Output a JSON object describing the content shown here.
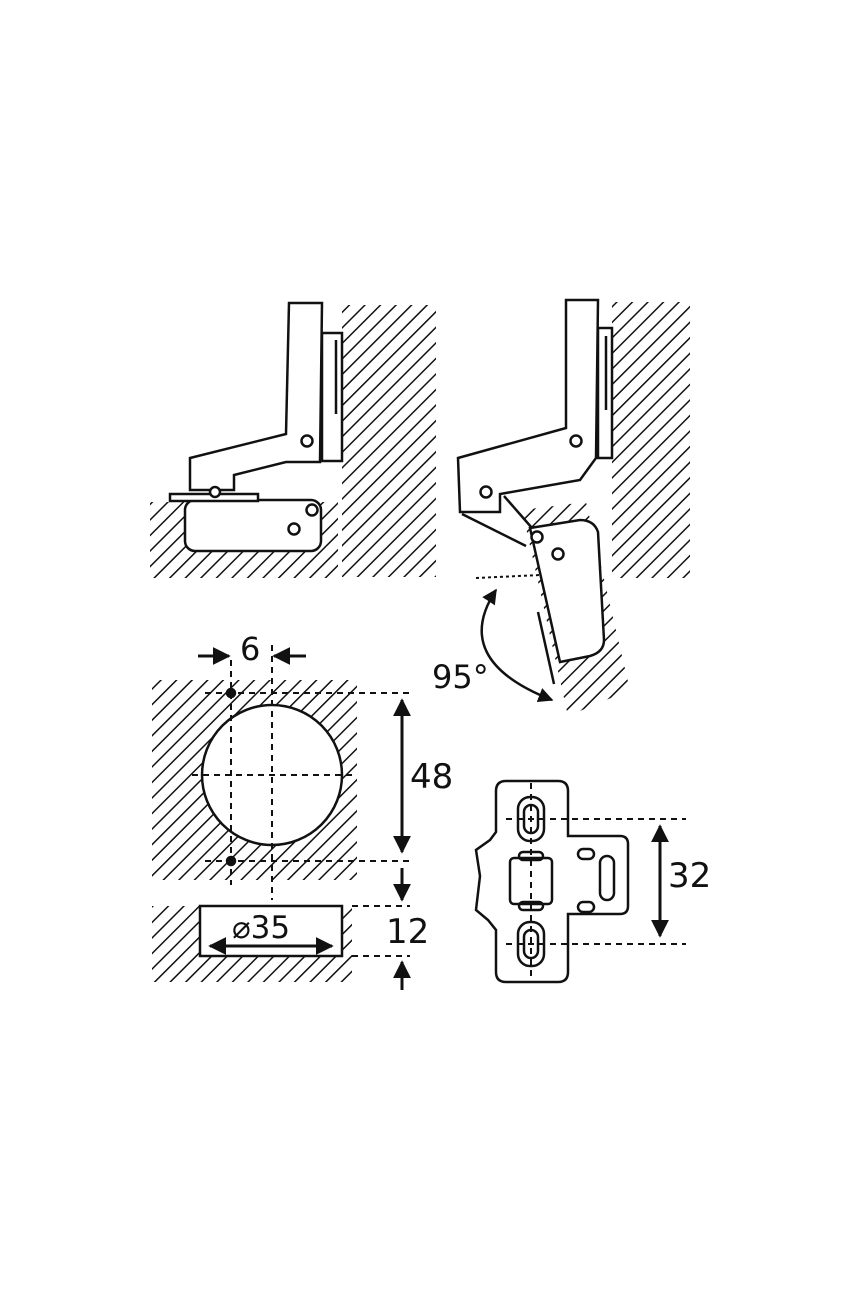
{
  "labels": {
    "offset": "6",
    "angle": "95°",
    "hole_spacing": "48",
    "cup_diameter": "⌀35",
    "cup_depth": "12",
    "plate_spacing": "32"
  },
  "colors": {
    "stroke": "#111111",
    "background": "#ffffff"
  }
}
